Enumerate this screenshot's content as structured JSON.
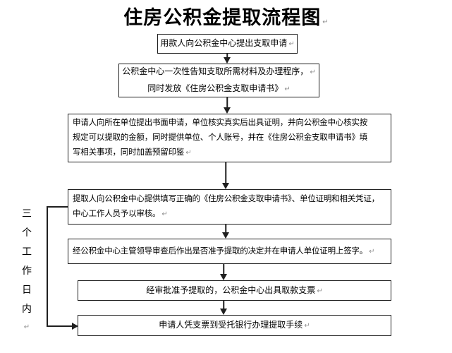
{
  "page": {
    "title": "住房公积金提取流程图",
    "eol_mark": "↵"
  },
  "colors": {
    "line": "#1f1f1f",
    "text": "#000000",
    "eol_mark": "#909090",
    "background": "#ffffff"
  },
  "flowchart": {
    "boxes": [
      {
        "lines": [
          "用款人向公积金中心提出支取申请"
        ]
      },
      {
        "lines": [
          "公积金中心一次性告知支取所需材料及办理程序，",
          "同时发放《住房公积金支取申请书》"
        ]
      },
      {
        "lines": [
          "申请人向所在单位提出书面申请，单位核实真实后出具证明，并向公积金中心核实按",
          "规定可以提取的金额，同时提供单位、个人账号，并在《住房公积金支取申请书》填",
          "写相关事项，同时加盖预留印鉴"
        ]
      },
      {
        "lines": [
          "提取人向公积金中心提供填写正确的《住房公积金支取申请书》、单位证明和相关凭证，",
          "中心工作人员予以审核。"
        ]
      },
      {
        "lines": [
          "经公积金中心主管领导审查后作出是否准予提取的决定并在申请人单位证明上签字。"
        ]
      },
      {
        "lines": [
          "经审批准予提取的，公积金中心出具取款支票"
        ]
      },
      {
        "lines": [
          "申请人凭支票到受托银行办理提取手续"
        ]
      }
    ],
    "side_label": {
      "text": "三个工作日内"
    }
  }
}
